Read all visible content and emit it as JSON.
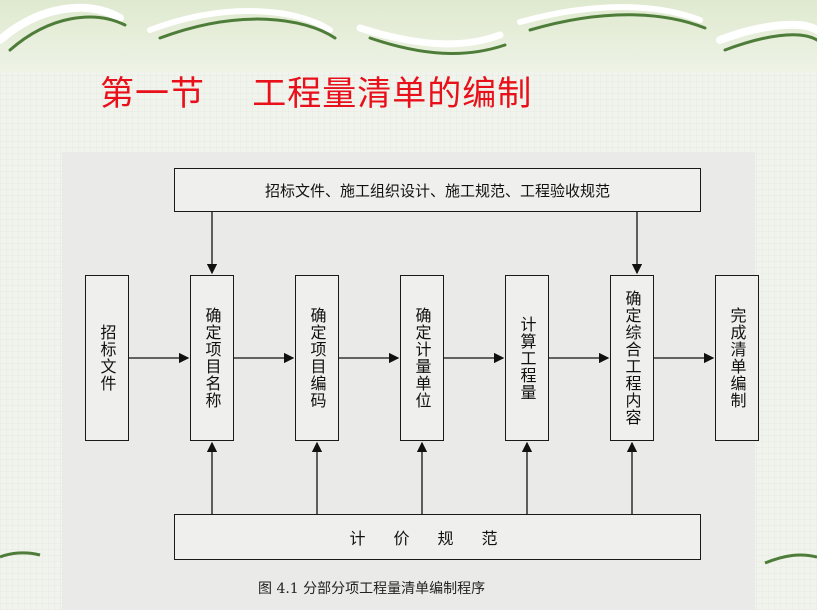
{
  "title": "第一节    工程量清单的编制",
  "top_box": "招标文件、施工组织设计、施工规范、工程验收规范",
  "bottom_box": "计价规范",
  "steps": [
    "招标文件",
    "确定项目名称",
    "确定项目编码",
    "确定计量单位",
    "计算工程量",
    "确定综合工程内容",
    "完成清单编制"
  ],
  "caption": "图 4.1   分部分项工程量清单编制程序"
}
